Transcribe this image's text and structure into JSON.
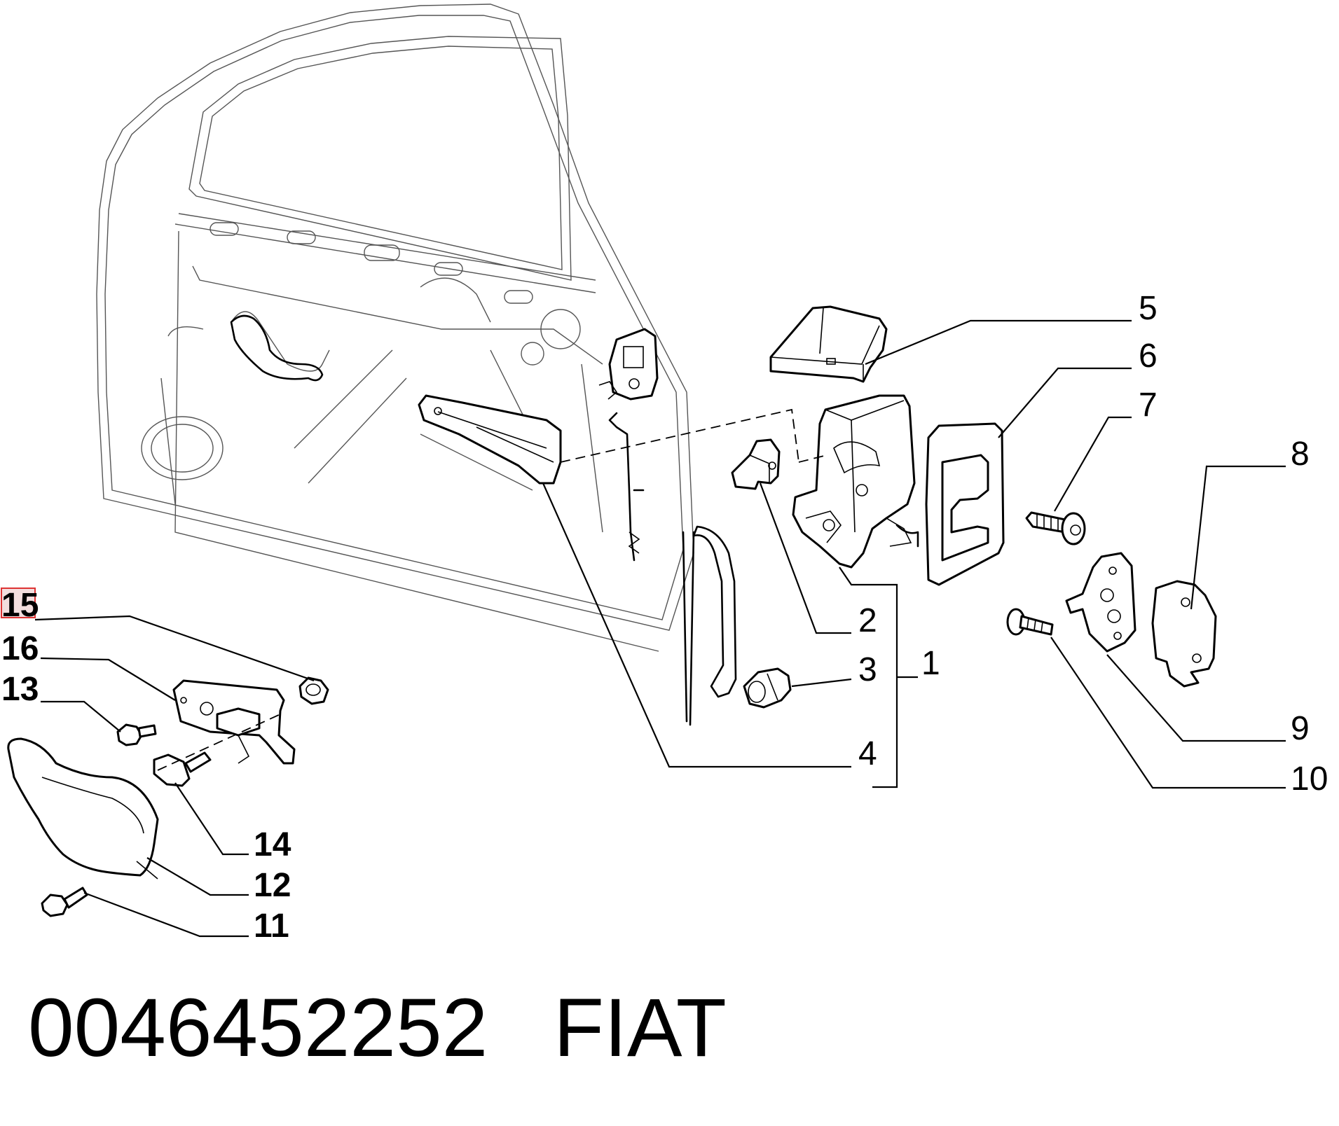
{
  "diagram": {
    "callouts": {
      "c1": "1",
      "c2": "2",
      "c3": "3",
      "c4": "4",
      "c5": "5",
      "c6": "6",
      "c7": "7",
      "c8": "8",
      "c9": "9",
      "c10": "10",
      "c11": "11",
      "c12": "12",
      "c13": "13",
      "c14": "14",
      "c15": "15",
      "c16": "16"
    },
    "highlighted_callout": "15",
    "highlight_color": "#dd3333"
  },
  "footer": {
    "part_number": "0046452252",
    "brand": "FIAT"
  }
}
